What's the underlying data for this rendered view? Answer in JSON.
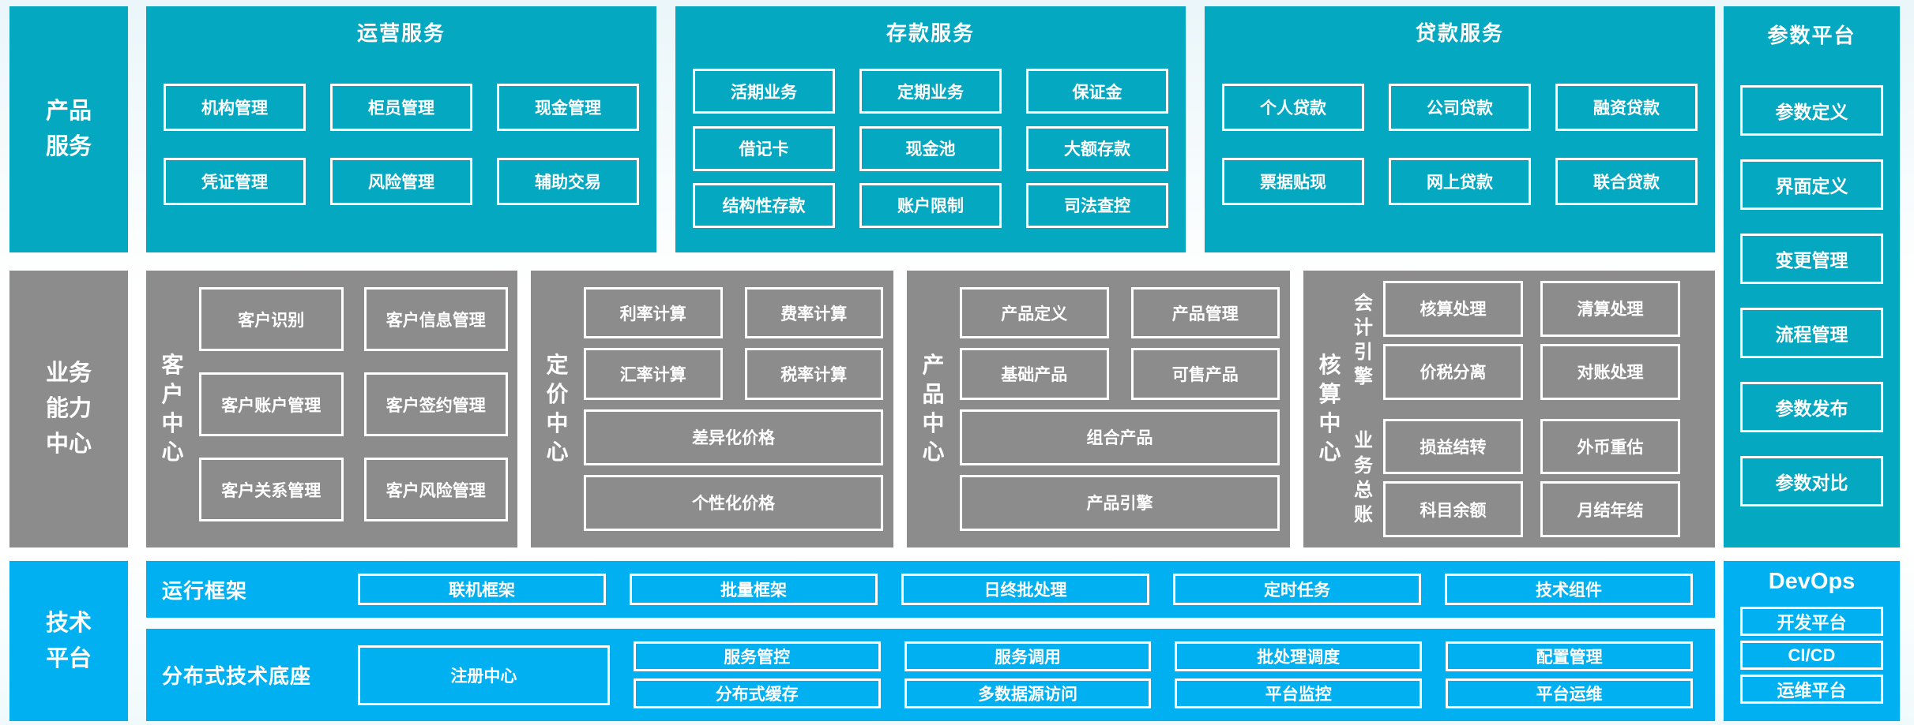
{
  "colors": {
    "teal": "#04a9c1",
    "gray": "#8c8c8c",
    "blue": "#00b0f0"
  },
  "sidebar": {
    "product": "产品服务",
    "business": "业务能力中心",
    "tech": "技术平台"
  },
  "top": {
    "operations": {
      "title": "运营服务",
      "items": [
        "机构管理",
        "柜员管理",
        "现金管理",
        "凭证管理",
        "风险管理",
        "辅助交易"
      ]
    },
    "deposits": {
      "title": "存款服务",
      "items": [
        "活期业务",
        "定期业务",
        "保证金",
        "借记卡",
        "现金池",
        "大额存款",
        "结构性存款",
        "账户限制",
        "司法查控"
      ]
    },
    "loans": {
      "title": "贷款服务",
      "items": [
        "个人贷款",
        "公司贷款",
        "融资贷款",
        "票据贴现",
        "网上贷款",
        "联合贷款"
      ]
    }
  },
  "middle": {
    "customer": {
      "label": "客户中心",
      "items": [
        "客户识别",
        "客户信息管理",
        "客户账户管理",
        "客户签约管理",
        "客户关系管理",
        "客户风险管理"
      ]
    },
    "pricing": {
      "label": "定价中心",
      "row1": [
        "利率计算",
        "费率计算"
      ],
      "row2": [
        "汇率计算",
        "税率计算"
      ],
      "bars": [
        "差异化价格",
        "个性化价格"
      ]
    },
    "product": {
      "label": "产品中心",
      "row1": [
        "产品定义",
        "产品管理"
      ],
      "row2": [
        "基础产品",
        "可售产品"
      ],
      "bars": [
        "组合产品",
        "产品引擎"
      ]
    },
    "accounting": {
      "label": "核算中心",
      "groups": [
        {
          "label": "会计引擎",
          "items": [
            "核算处理",
            "清算处理",
            "价税分离",
            "对账处理"
          ]
        },
        {
          "label": "业务总账",
          "items": [
            "损益结转",
            "外币重估",
            "科目余额",
            "月结年结"
          ]
        }
      ]
    }
  },
  "bottom": {
    "runtime": {
      "label": "运行框架",
      "items": [
        "联机框架",
        "批量框架",
        "日终批处理",
        "定时任务",
        "技术组件"
      ]
    },
    "base": {
      "label": "分布式技术底座",
      "registry": "注册中心",
      "stacks": [
        [
          "服务管控",
          "分布式缓存"
        ],
        [
          "服务调用",
          "多数据源访问"
        ],
        [
          "批处理调度",
          "平台监控"
        ],
        [
          "配置管理",
          "平台运维"
        ]
      ]
    }
  },
  "right": {
    "params": {
      "title": "参数平台",
      "items": [
        "参数定义",
        "界面定义",
        "变更管理",
        "流程管理",
        "参数发布",
        "参数对比"
      ]
    },
    "devops": {
      "title": "DevOps",
      "items": [
        "开发平台",
        "CI/CD",
        "运维平台"
      ]
    }
  }
}
